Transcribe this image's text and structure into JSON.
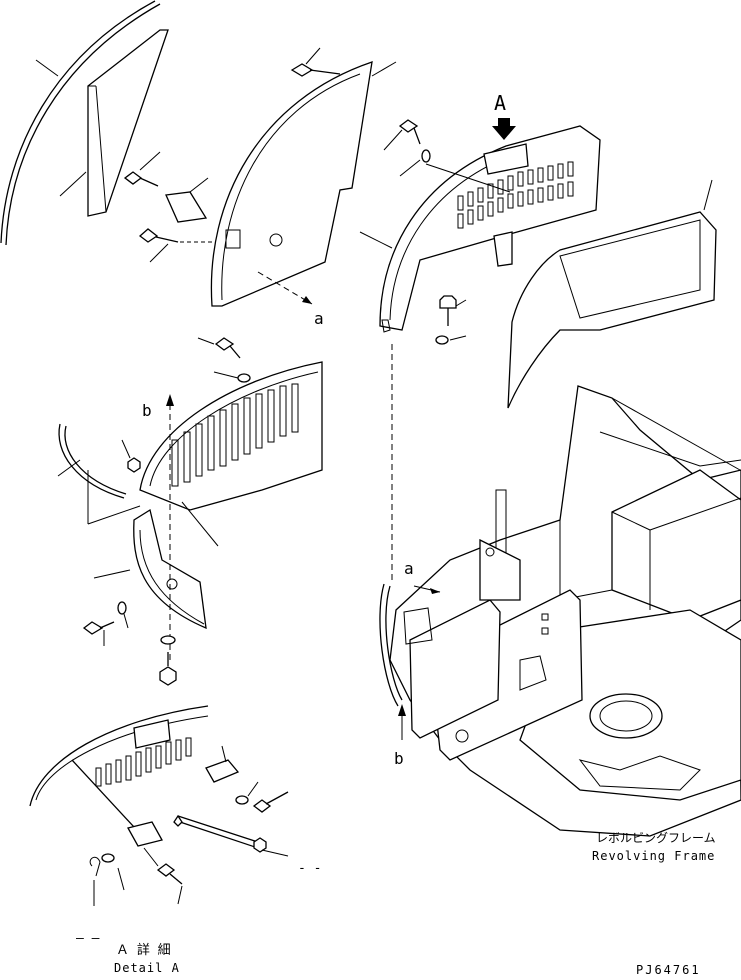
{
  "labels": {
    "view_arrow": "A",
    "ref_a_top": "a",
    "ref_b_top": "b",
    "ref_a_bottom": "a",
    "ref_b_bottom": "b",
    "frame_jp": "レボルビングフレーム",
    "frame_en": "Revolving Frame",
    "detail_jp": "Ａ 詳 細",
    "detail_en": "Detail A",
    "dashes_bottom_left": "— —",
    "dashes_bottom_right": "- -",
    "drawing_id": "PJ64761"
  }
}
